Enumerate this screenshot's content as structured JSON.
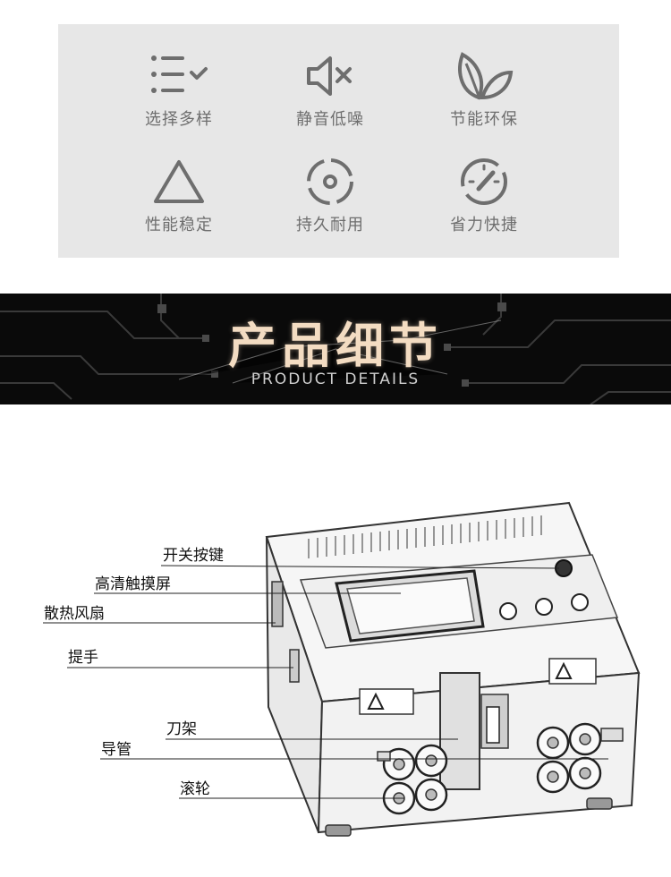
{
  "features": [
    {
      "icon": "list-check-icon",
      "label": "选择多样"
    },
    {
      "icon": "speaker-mute-icon",
      "label": "静音低噪"
    },
    {
      "icon": "leaf-icon",
      "label": "节能环保"
    },
    {
      "icon": "triangle-icon",
      "label": "性能稳定"
    },
    {
      "icon": "cycle-circle-icon",
      "label": "持久耐用"
    },
    {
      "icon": "speedometer-icon",
      "label": "省力快捷"
    }
  ],
  "banner": {
    "title": "产品细节",
    "subtitle": "PRODUCT DETAILS"
  },
  "callouts": [
    {
      "label": "开关按键"
    },
    {
      "label": "高清触摸屏"
    },
    {
      "label": "散热风扇"
    },
    {
      "label": "提手"
    },
    {
      "label": "刀架"
    },
    {
      "label": "导管"
    },
    {
      "label": "滚轮"
    }
  ],
  "colors": {
    "feature_bg": "#e7e7e7",
    "banner_bg": "#0a0a0a",
    "title_color": "#f3dcc2"
  }
}
